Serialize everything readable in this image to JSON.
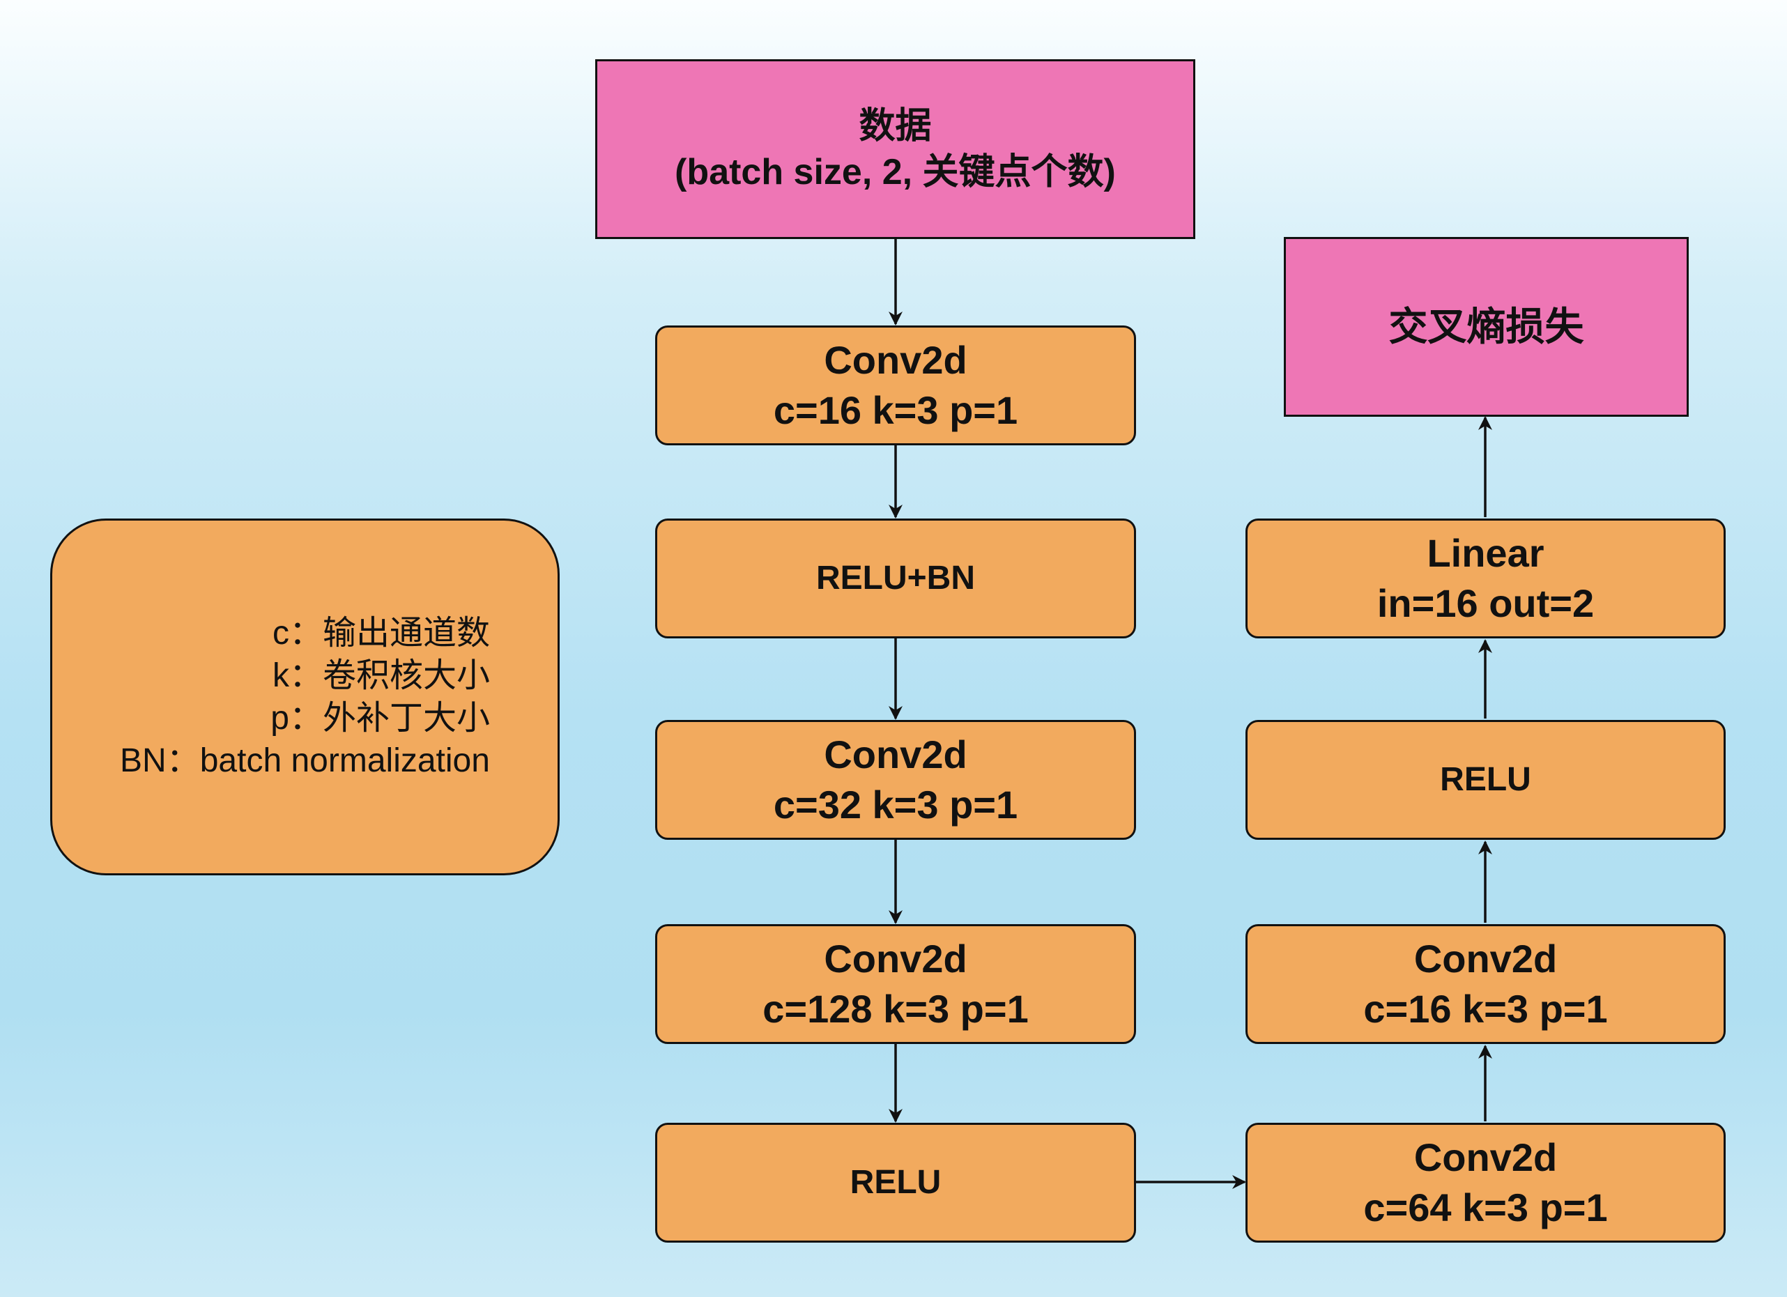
{
  "nodes": {
    "data": {
      "line1": "数据",
      "line2": "(batch size, 2, 关键点个数)"
    },
    "loss": {
      "label": "交叉熵损失"
    },
    "conv1": {
      "line1": "Conv2d",
      "line2": "c=16 k=3 p=1"
    },
    "relubn": {
      "label": "RELU+BN"
    },
    "conv2": {
      "line1": "Conv2d",
      "line2": "c=32 k=3 p=1"
    },
    "conv3": {
      "line1": "Conv2d",
      "line2": "c=128 k=3 p=1"
    },
    "relu1": {
      "label": "RELU"
    },
    "conv4": {
      "line1": "Conv2d",
      "line2": "c=64 k=3 p=1"
    },
    "conv5": {
      "line1": "Conv2d",
      "line2": "c=16 k=3 p=1"
    },
    "relu2": {
      "label": "RELU"
    },
    "linear": {
      "line1": "Linear",
      "line2": "in=16 out=2"
    }
  },
  "legend": {
    "lines": [
      "c：输出通道数",
      "k：卷积核大小",
      "p：外补丁大小",
      "BN：batch normalization"
    ]
  },
  "colors": {
    "pink": "#ee76b5",
    "orange": "#f2aa5e",
    "stroke": "#111111"
  }
}
